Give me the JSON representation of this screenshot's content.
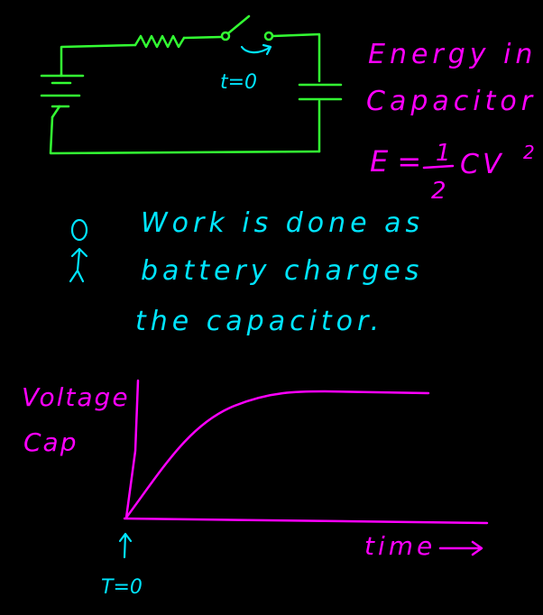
{
  "circuit": {
    "switch_label": "t=0"
  },
  "title": {
    "line1": "Energy in",
    "line2": "Capacitor"
  },
  "formula": {
    "lhs": "E =",
    "numerator": "1",
    "denominator": "2",
    "rhs": "CV",
    "exponent": "2"
  },
  "note": {
    "line1": "Work is done as",
    "line2": "battery charges",
    "line3": "the capacitor."
  },
  "graph": {
    "ylabel_line1": "Voltage",
    "ylabel_line2": "Cap",
    "xlabel": "time",
    "t0_label": "T=0"
  },
  "colors": {
    "background": "#000000",
    "circuit": "#33ff33",
    "title": "#ff00ff",
    "note": "#00e5ff",
    "graph": "#ff00ff"
  }
}
